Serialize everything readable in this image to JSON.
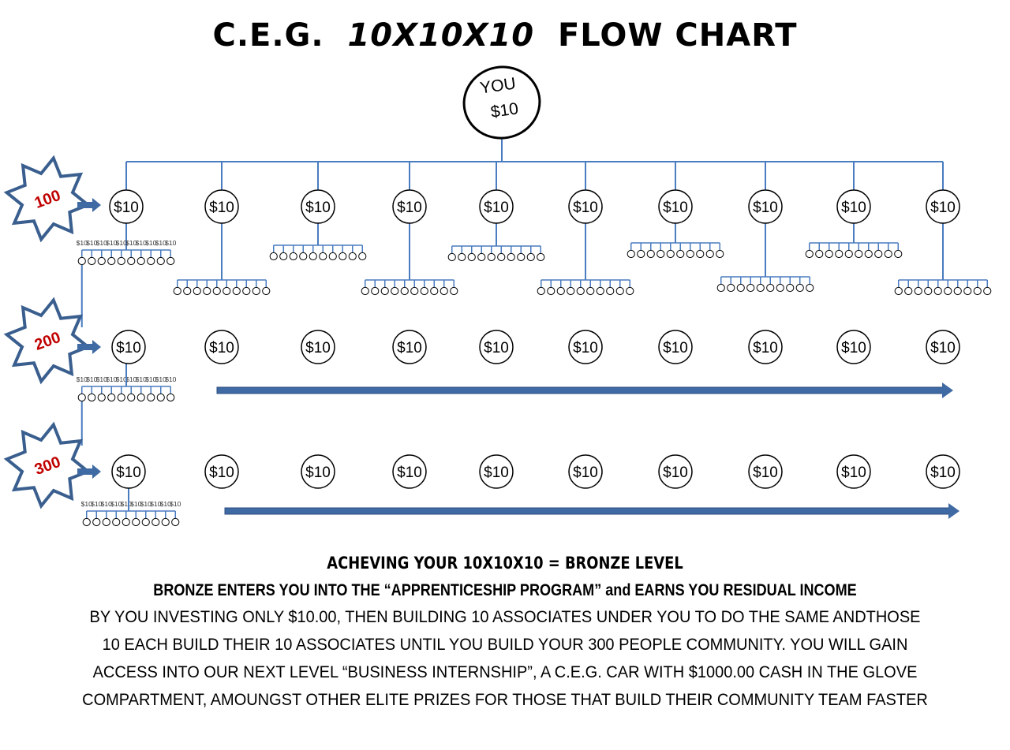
{
  "title": {
    "part1": "C.E.G.",
    "part2": "10X10X10",
    "part3": "FLOW CHART"
  },
  "root": {
    "line1": "YOU",
    "line2": "$10"
  },
  "node_label": "$10",
  "sub_label": "$10",
  "levels": [
    {
      "badge": "100"
    },
    {
      "badge": "200"
    },
    {
      "badge": "300"
    }
  ],
  "colors": {
    "line": "#4a7cc0",
    "star": "#3a5f8f",
    "badge_text": "#c00000",
    "arrow": "#3f6aa3"
  },
  "captions": {
    "headline": "ACHEVING YOUR 10X10X10 = BRONZE LEVEL",
    "subheadline": "BRONZE ENTERS YOU INTO THE “APPRENTICESHIP PROGRAM” and EARNS YOU RESIDUAL INCOME",
    "body": [
      "BY YOU INVESTING ONLY $10.00, THEN BUILDING 10 ASSOCIATES UNDER YOU TO DO THE SAME ANDTHOSE",
      "10 EACH BUILD THEIR 10 ASSOCIATES UNTIL YOU BUILD YOUR 300 PEOPLE COMMUNITY. YOU WILL GAIN",
      "ACCESS INTO OUR NEXT LEVEL “BUSINESS INTERNSHIP”, A C.E.G. CAR WITH $1000.00 CASH IN THE GLOVE",
      "COMPARTMENT, AMOUNGST OTHER ELITE PRIZES FOR THOSE THAT BUILD THEIR COMMUNITY TEAM FASTER"
    ]
  }
}
